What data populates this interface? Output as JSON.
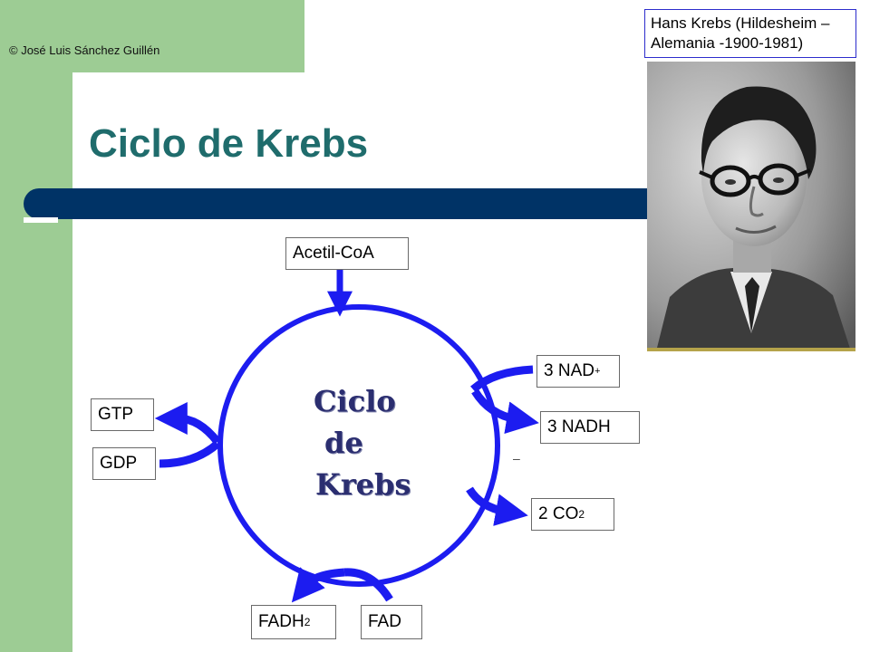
{
  "copyright": "© José Luis Sánchez Guillén",
  "slide_title": "Ciclo de Krebs",
  "caption": {
    "line1": "Hans Krebs (Hildesheim –",
    "line2": "Alemania -1900-1981)"
  },
  "diagram": {
    "center_lines": [
      "Ciclo",
      "de",
      "Krebs"
    ],
    "labels": {
      "acetil_coa": "Acetil-CoA",
      "nad_main": "3 NAD",
      "nad_sup": "+",
      "nadh": "3 NADH",
      "co2_main": "2 CO",
      "co2_sub": "2",
      "gtp": "GTP",
      "gdp": "GDP",
      "fadh_main": "FADH",
      "fadh_sub": "2",
      "fad": "FAD",
      "dash": "–"
    }
  },
  "colors": {
    "title": "#1f6c6c",
    "bar": "#003366",
    "sidebar": "#9dcc94",
    "cycle_blue": "#1c1cf0"
  }
}
